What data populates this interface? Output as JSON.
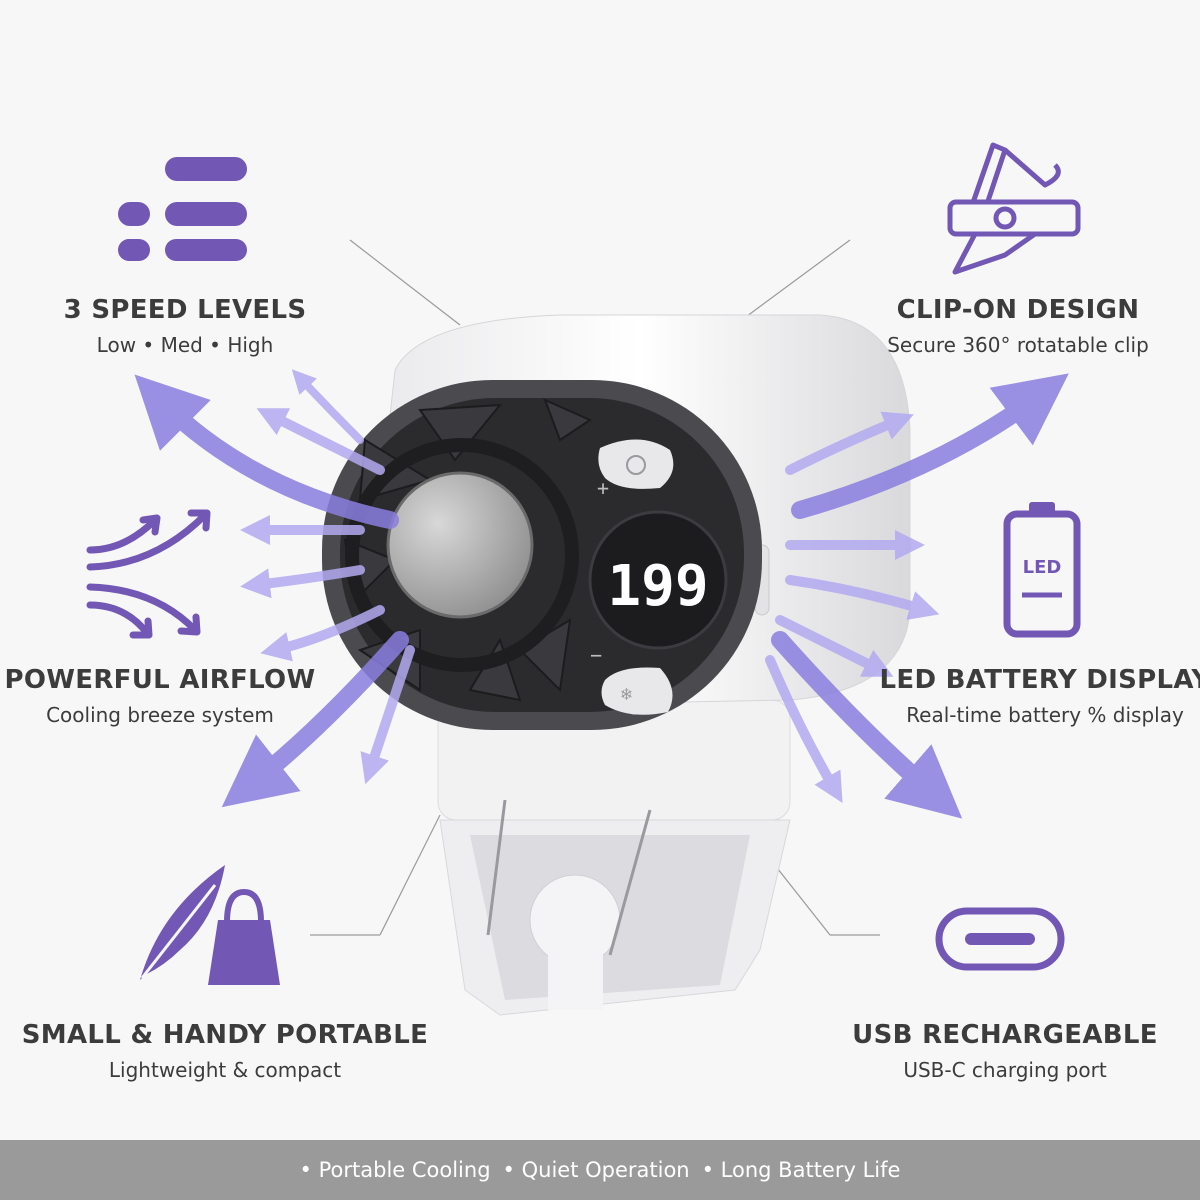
{
  "features": {
    "speed": {
      "title": "3 SPEED LEVELS",
      "sub": "Low • Med • High"
    },
    "airflow": {
      "title": "POWERFUL AIRFLOW",
      "sub": "Cooling breeze system"
    },
    "portable": {
      "title": "SMALL & HANDY PORTABLE",
      "sub": "Lightweight & compact"
    },
    "clip": {
      "title": "CLIP-ON DESIGN",
      "sub": "Secure 360° rotatable clip"
    },
    "battery": {
      "title": "LED BATTERY DISPLAY",
      "sub": "Real-time battery % display",
      "icon_label": "LED"
    },
    "usb": {
      "title": "USB RECHARGEABLE",
      "sub": "USB-C charging port"
    }
  },
  "product": {
    "display_value": "199",
    "plus_label": "+",
    "minus_label": "−"
  },
  "bottom_bar": {
    "items": [
      "• Portable Cooling",
      "• Quiet Operation",
      "• Long Battery Life"
    ]
  },
  "colors": {
    "accent": "#7357b5",
    "arrow": "#8a7fe0",
    "bar": "#9a9a9a"
  }
}
